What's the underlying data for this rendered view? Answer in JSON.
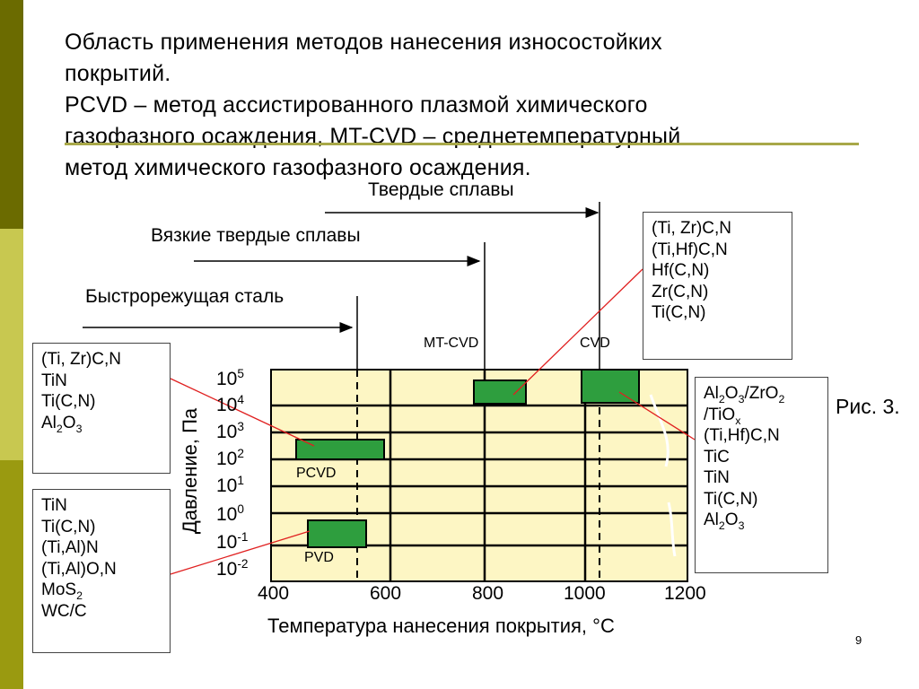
{
  "title": {
    "line1": "Область применения методов нанесения износостойких",
    "line2": "покрытий.",
    "line3": "PCVD – метод ассистированного плазмой химического",
    "line4": "газофазного осаждения, MT-CVD – среднетемпературный",
    "line5": "метод химического газофазного осаждения."
  },
  "materials": {
    "hard_alloys": "Твердые сплавы",
    "tough_hard_alloys": "Вязкие твердые сплавы",
    "hss": "Быстрорежущая сталь"
  },
  "process_labels": {
    "mtcvd": "MT-CVD",
    "cvd": "CVD",
    "pcvd": "PCVD",
    "pvd": "PVD"
  },
  "boxes": {
    "cvd_top": [
      "(Ti, Zr)C,N",
      "(Ti,Hf)C,N",
      "Hf(C,N)",
      "Zr(C,N)",
      "Ti(C,N)"
    ],
    "pcvd": [
      "(Ti, Zr)C,N",
      "TiN",
      "Ti(C,N)"
    ],
    "pvd": [
      "TiN",
      "Ti(C,N)",
      "(Ti,Al)N",
      "(Ti,Al)O,N"
    ],
    "cvd_right": [
      "(Ti,Hf)C,N",
      "TiC",
      "TiN",
      "Ti(C,N)"
    ]
  },
  "y_axis": {
    "title": "Давление, Па",
    "base": "10",
    "exponents": [
      "5",
      "4",
      "3",
      "2",
      "1",
      "0",
      "-1",
      "-2"
    ]
  },
  "x_axis": {
    "title": "Температура нанесения покрытия, °C",
    "ticks": [
      "400",
      "600",
      "800",
      "1000",
      "1200"
    ]
  },
  "fig_label": "Рис. 3.",
  "page_number": "9",
  "colors": {
    "plot_bg": "#fdf6c4",
    "rect_fill": "#2e9e3e",
    "stripe_dark": "#6b6b00",
    "stripe_light": "#c8c850",
    "rule": "#a8a848",
    "arrow_red": "#e02020"
  }
}
